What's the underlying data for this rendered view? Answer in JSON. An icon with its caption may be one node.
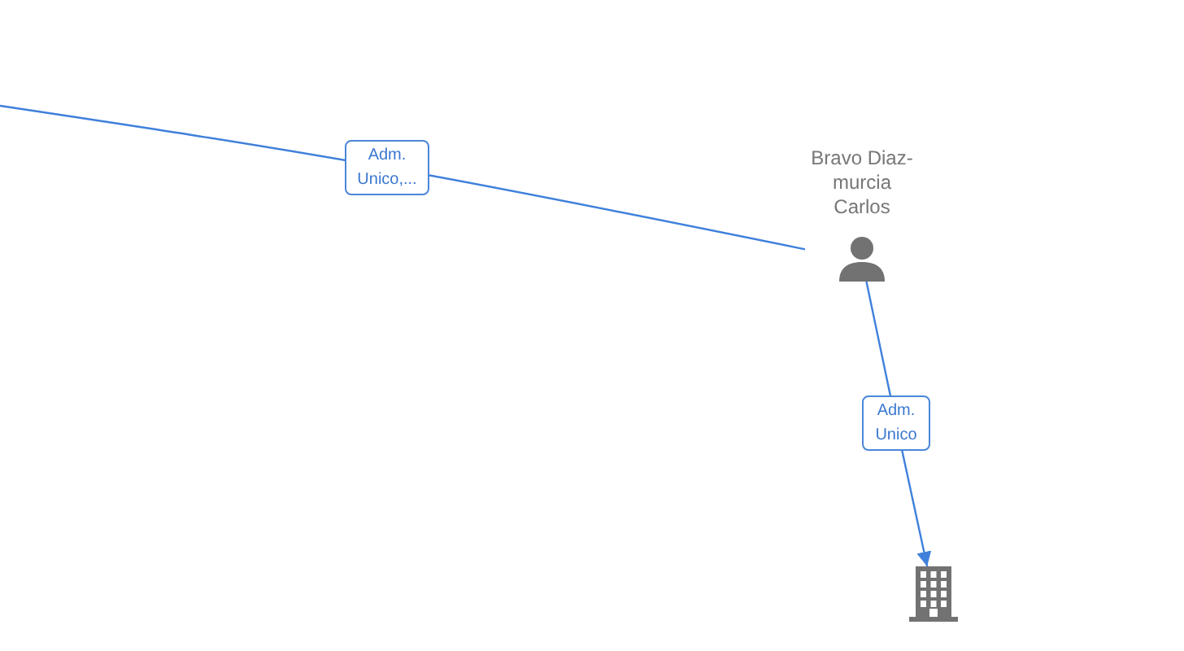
{
  "diagram": {
    "nodes": [
      {
        "text": [
          "Bravo Diaz-murcia Carlos"
        ]
      },
      {
        "text": [],
        "shape": "building"
      }
    ],
    "edges": [
      {
        "from": null,
        "to": 0,
        "arrow": "none",
        "label": "Adm. Unico,..."
      },
      {
        "from": 0,
        "to": 1,
        "arrow": "to",
        "label": "Adm. Unico"
      }
    ]
  }
}
